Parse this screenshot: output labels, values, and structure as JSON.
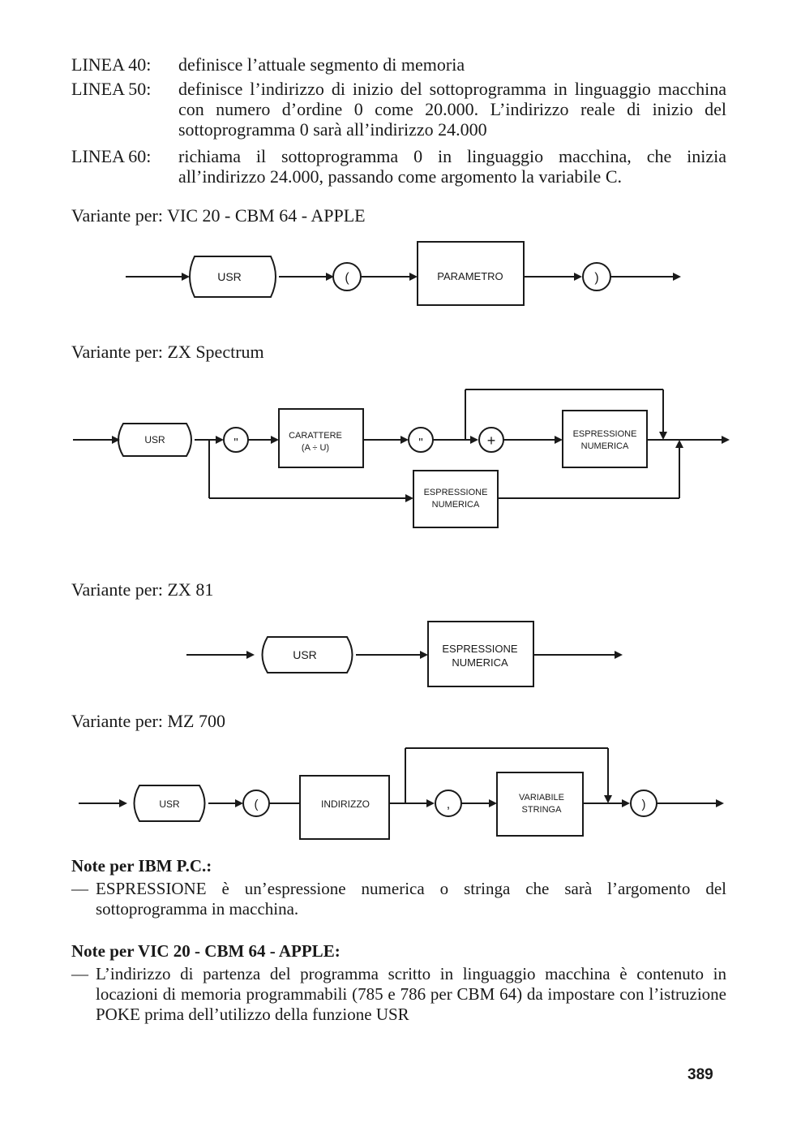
{
  "lines": [
    {
      "label": "LINEA 40:",
      "text": "definisce l’attuale segmento di memoria"
    },
    {
      "label": "LINEA 50:",
      "text": "definisce l’indirizzo di inizio del sottoprogramma in linguaggio macchina con numero d’ordine 0 come 20.000. L’indirizzo reale di inizio del sottoprogramma 0 sarà all’indirizzo 24.000"
    },
    {
      "label": "LINEA 60:",
      "text": "richiama il sottoprogramma 0 in linguaggio macchina, che inizia all’indirizzo 24.000, passando come argomento la variabile C."
    }
  ],
  "variants": [
    {
      "title": "Variante per: VIC 20 - CBM 64 - APPLE",
      "nodes": {
        "usr": "USR",
        "open_paren": "(",
        "param": "PARAMETRO",
        "close_paren": ")"
      }
    },
    {
      "title": "Variante per: ZX Spectrum",
      "nodes": {
        "usr": "USR",
        "quote1": "\"",
        "char_line1": "CARATTERE",
        "char_line2": "(A ÷ U)",
        "quote2": "\"",
        "plus": "+",
        "expr_top_line1": "ESPRESSIONE",
        "expr_top_line2": "NUMERICA",
        "expr_bottom_line1": "ESPRESSIONE",
        "expr_bottom_line2": "NUMERICA"
      }
    },
    {
      "title": "Variante per: ZX 81",
      "nodes": {
        "usr": "USR",
        "expr_line1": "ESPRESSIONE",
        "expr_line2": "NUMERICA"
      }
    },
    {
      "title": "Variante per: MZ 700",
      "nodes": {
        "usr": "USR",
        "open_paren": "(",
        "indirizzo": "INDIRIZZO",
        "comma": ",",
        "var_line1": "VARIABILE",
        "var_line2": "STRINGA",
        "close_paren": ")"
      }
    }
  ],
  "notes": [
    {
      "title": "Note per IBM P.C.:",
      "dash": "—",
      "body": "ESPRESSIONE è un’espressione numerica o stringa che sarà l’argomento del sottoprogramma in macchina."
    },
    {
      "title": "Note per VIC 20 - CBM 64 - APPLE:",
      "dash": "—",
      "body": "L’indirizzo di partenza del programma scritto in linguaggio macchina è contenuto in locazioni di memoria programmabili (785 e 786 per CBM 64) da impostare con l’istruzione POKE prima dell’utilizzo della funzione USR"
    }
  ],
  "page_number": "389"
}
